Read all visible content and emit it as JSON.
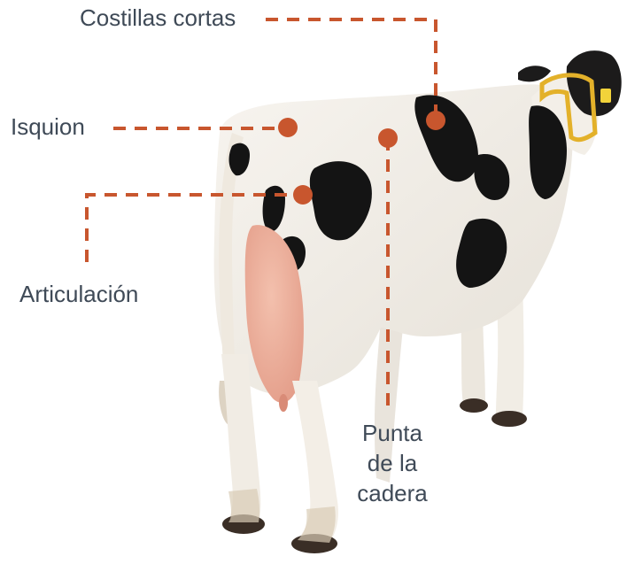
{
  "diagram": {
    "marker_color": "#c8562e",
    "text_color": "#3f4a57",
    "subject": "holstein-cow-rear-three-quarter-view",
    "labels": {
      "costillas": "Costillas cortas",
      "isquion": "Isquion",
      "articulacion": "Articulación",
      "punta_line1": "Punta",
      "punta_line2": "de la",
      "punta_line3": "cadera"
    }
  }
}
